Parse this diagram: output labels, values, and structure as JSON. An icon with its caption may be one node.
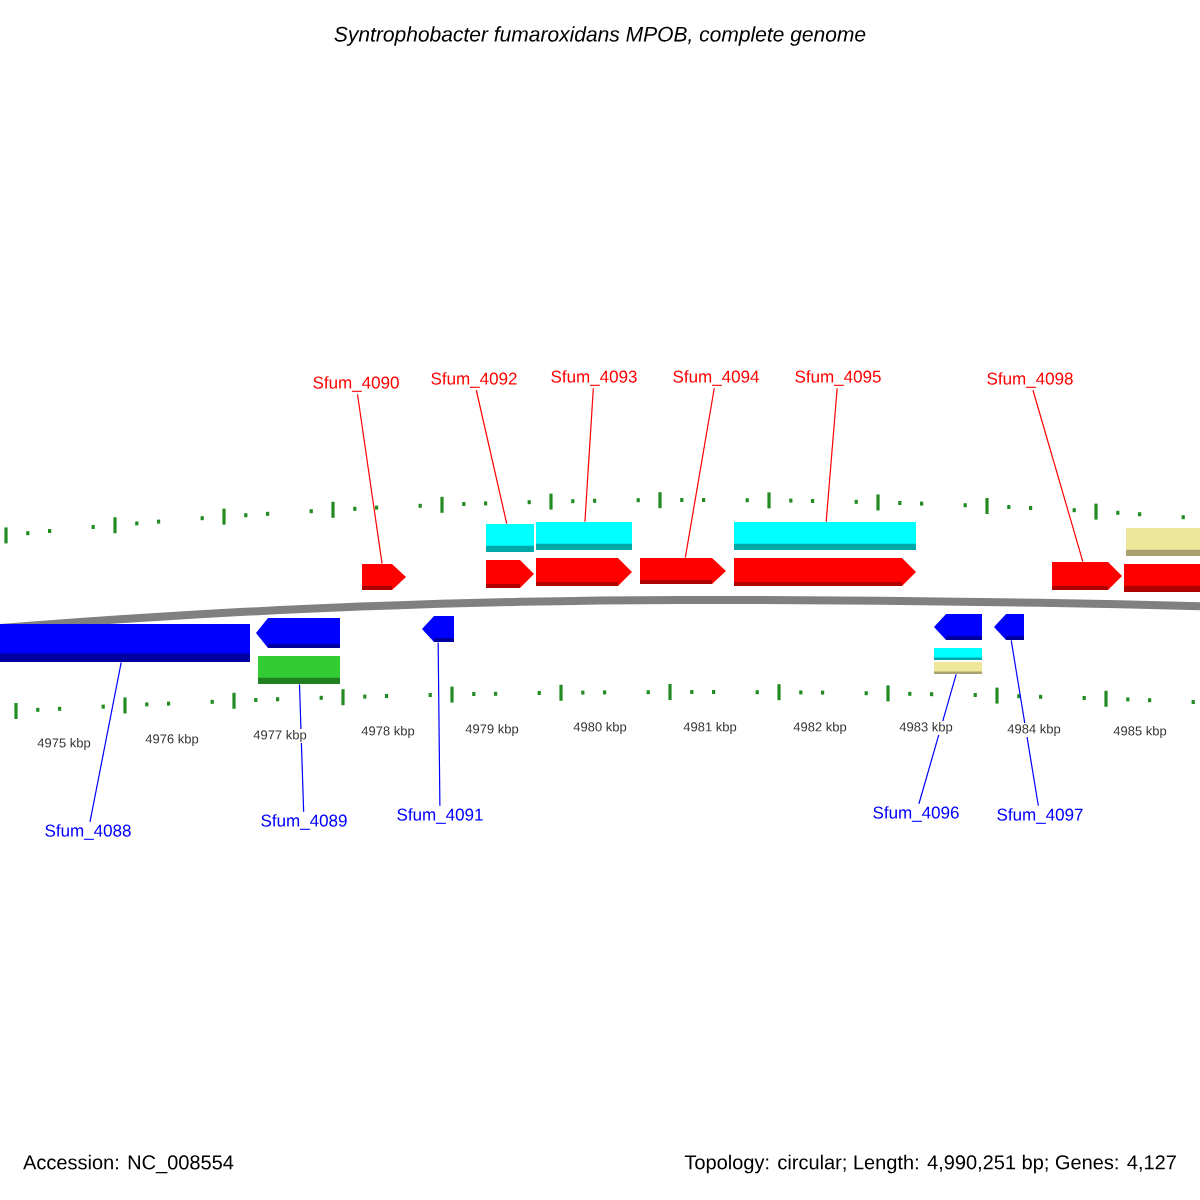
{
  "diagram": {
    "title": "Syntrophobacter fumaroxidans MPOB, complete genome",
    "nodes": [
      {
        "text": [
          "Sfum_4090"
        ]
      },
      {
        "text": [
          "Sfum_4092"
        ]
      },
      {
        "text": [
          "Sfum_4093"
        ]
      },
      {
        "text": [
          "Sfum_4094"
        ]
      },
      {
        "text": [
          "Sfum_4095"
        ]
      },
      {
        "text": [
          "Sfum_4098"
        ]
      },
      {
        "text": [
          "Sfum_4088"
        ]
      },
      {
        "text": [
          "Sfum_4089"
        ]
      },
      {
        "text": [
          "Sfum_4091"
        ]
      },
      {
        "text": [
          "Sfum_4096"
        ]
      },
      {
        "text": [
          "Sfum_4097"
        ]
      },
      {
        "text": [],
        "shape": "pentagon"
      },
      {
        "text": [],
        "shape": "pentagon"
      },
      {
        "text": [],
        "shape": "pentagon"
      },
      {
        "text": [],
        "shape": "pentagon"
      },
      {
        "text": [],
        "shape": "pentagon"
      },
      {
        "text": [],
        "shape": "pentagon"
      },
      {
        "text": [],
        "shape": "bar"
      },
      {
        "text": [],
        "shape": "bar"
      },
      {
        "text": [],
        "shape": "pentagon"
      },
      {
        "text": [],
        "shape": "pentagon"
      },
      {
        "text": [],
        "shape": "pentagon"
      },
      {
        "text": [],
        "shape": "pentagon"
      },
      {
        "text": [],
        "shape": "bar"
      },
      {
        "text": [],
        "shape": "bar"
      },
      {
        "text": [],
        "shape": "bar"
      },
      {
        "text": [],
        "shape": "bar"
      },
      {
        "text": [],
        "shape": "bar"
      },
      {
        "text": [],
        "shape": "bar"
      },
      {
        "text": [],
        "shape": "bar"
      }
    ],
    "edges": [
      {
        "from": 0,
        "to": 11,
        "arrow": "none"
      },
      {
        "from": 1,
        "to": 23,
        "arrow": "none"
      },
      {
        "from": 2,
        "to": 24,
        "arrow": "none"
      },
      {
        "from": 3,
        "to": 14,
        "arrow": "none"
      },
      {
        "from": 4,
        "to": 25,
        "arrow": "none"
      },
      {
        "from": 5,
        "to": 16,
        "arrow": "none"
      },
      {
        "from": 6,
        "to": 18,
        "arrow": "none",
        "color": "#0000ff"
      },
      {
        "from": 7,
        "to": 27,
        "arrow": "none",
        "color": "#0000ff"
      },
      {
        "from": 8,
        "to": 20,
        "arrow": "none",
        "color": "#0000ff"
      },
      {
        "from": 9,
        "to": 29,
        "arrow": "none",
        "color": "#0000ff"
      },
      {
        "from": 10,
        "to": 22,
        "arrow": "none",
        "color": "#0000ff"
      }
    ],
    "labels": [
      "4975 kbp",
      "4976 kbp",
      "4977 kbp",
      "4978 kbp",
      "4979 kbp",
      "4980 kbp",
      "4981 kbp",
      "4982 kbp",
      "4983 kbp",
      "4984 kbp",
      "4985 kbp",
      "Accession: NC_008554",
      "Topology: circular; Length: 4,990,251 bp; Genes: 4,127"
    ]
  }
}
